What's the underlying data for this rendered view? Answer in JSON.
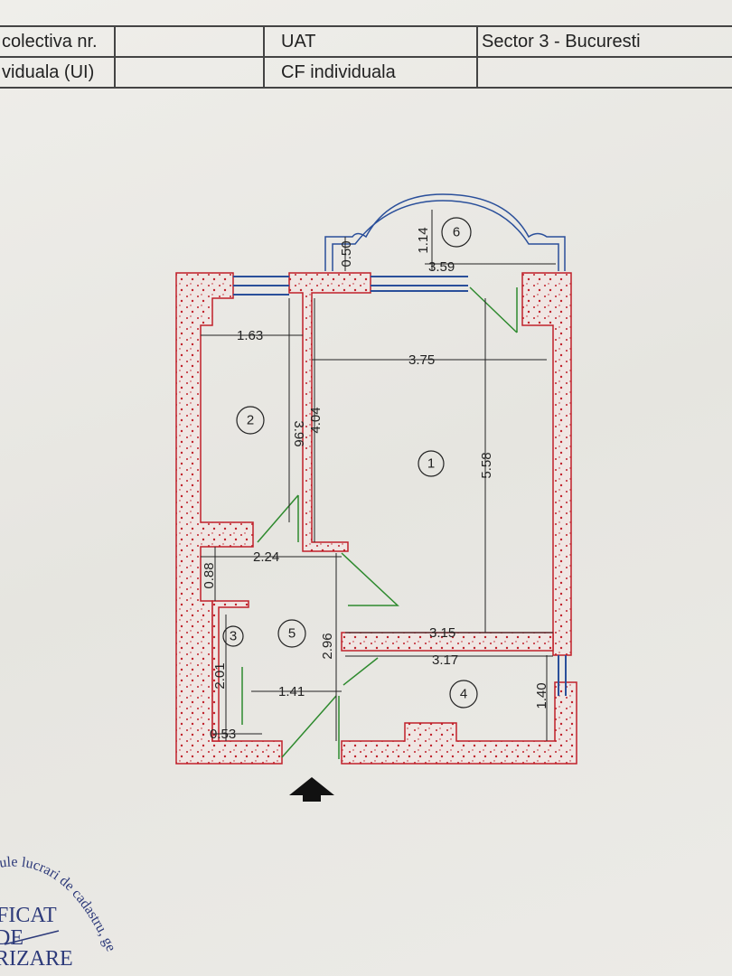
{
  "header_table": {
    "row1": [
      "colectiva nr.",
      "",
      "UAT",
      "Sector 3 - Bucuresti"
    ],
    "row2": [
      "viduala (UI)",
      "",
      "CF individuala",
      ""
    ]
  },
  "rooms": [
    "1",
    "2",
    "3",
    "4",
    "5",
    "6"
  ],
  "dimensions": {
    "d1_63": "1.63",
    "d3_96": "3.96",
    "d4_04": "4.04",
    "d3_75": "3.75",
    "d5_58": "5.58",
    "d0_50": "0.50",
    "d1_14": "1.14",
    "d3_59": "3.59",
    "d2_24": "2.24",
    "d0_88": "0.88",
    "d2_96": "2.96",
    "d3_15": "3.15",
    "d3_17": "3.17",
    "d2_01": "2.01",
    "d1_41": "1.41",
    "d1_40": "1.40",
    "d0_53": "0.53"
  },
  "stamp": {
    "arc_text": "ule lucrari de cadastru, ge",
    "line1": "FICAT",
    "line2": "DE",
    "line3": "RIZARE"
  },
  "colors": {
    "wall": "#c0202a",
    "window": "#2a4f9a",
    "door": "#2e8a2e",
    "ink": "#222222"
  }
}
